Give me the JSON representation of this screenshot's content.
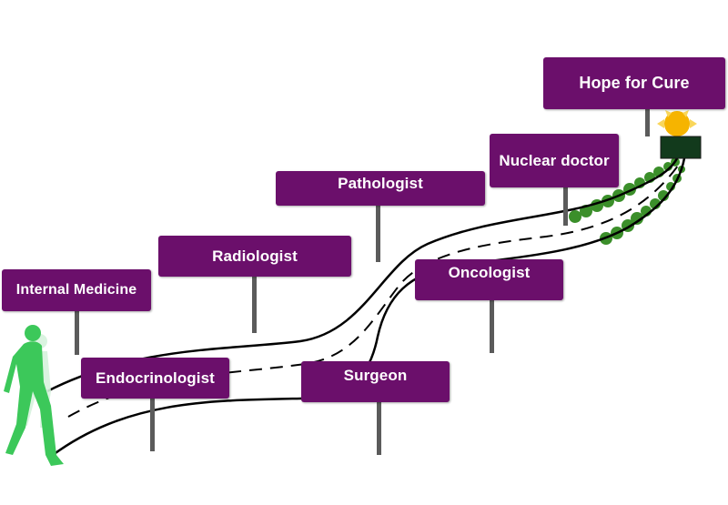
{
  "signs": [
    {
      "key": "internal-medicine",
      "label": "Internal Medicine"
    },
    {
      "key": "radiologist",
      "label": "Radiologist"
    },
    {
      "key": "pathologist",
      "label": "Pathologist"
    },
    {
      "key": "nuclear-doctor",
      "label": "Nuclear doctor"
    },
    {
      "key": "hope-for-cure",
      "label": "Hope for Cure"
    },
    {
      "key": "endocrinologist",
      "label": "Endocrinologist"
    },
    {
      "key": "surgeon",
      "label": "Surgeon"
    },
    {
      "key": "oncologist",
      "label": "Oncologist"
    }
  ],
  "colors": {
    "sign": "#6b0f6b",
    "sign_text": "#ffffff",
    "post": "#5b5b5b",
    "road_edge": "#000000",
    "walker": "#3cc85a",
    "hedge": "#3b8f2a",
    "sun": "#f6b400"
  },
  "icons": [
    "walking-person-icon",
    "sun-icon",
    "hedge-bush-icon",
    "goal-sign-icon"
  ]
}
